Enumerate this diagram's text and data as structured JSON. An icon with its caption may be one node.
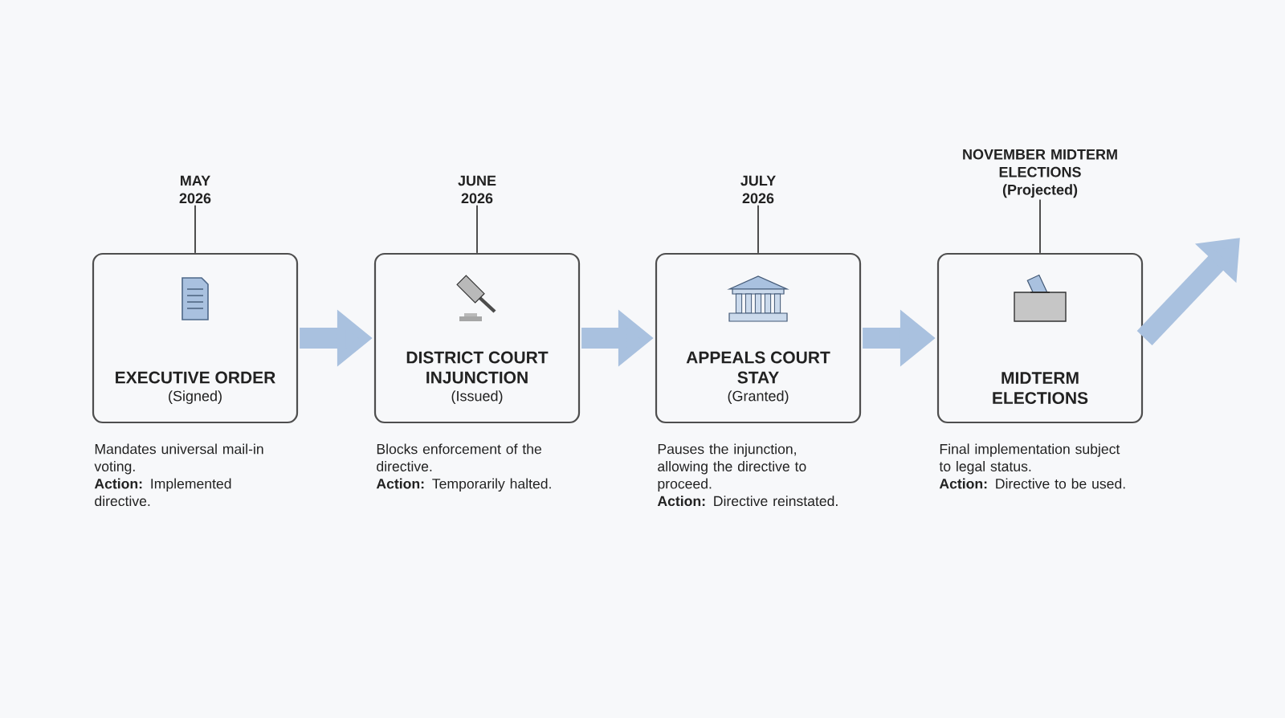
{
  "diagram": {
    "nodes": [
      {
        "text": [
          "MAY",
          "2026"
        ]
      },
      {
        "text": [
          "EXECUTIVE ORDER",
          "(Signed)"
        ],
        "beside": [
          "Mandates universal mail-in voting.",
          "**Action:** Implemented directive."
        ]
      },
      {
        "text": [
          "JUNE",
          "2026"
        ]
      },
      {
        "text": [
          "DISTRICT COURT INJUNCTION",
          "(Issued)"
        ],
        "beside": [
          "Blocks enforcement of the directive.",
          "**Action:** Temporarily halted."
        ]
      },
      {
        "text": [
          "JULY",
          "2026"
        ]
      },
      {
        "text": [
          "APPEALS COURT STAY",
          "(Granted)"
        ],
        "beside": [
          "Pauses the injunction, allowing the directive to proceed.",
          "**Action:** Directive reinstated."
        ]
      },
      {
        "text": [
          "NOVEMBER MIDTERM ELECTIONS",
          "(Projected)"
        ]
      },
      {
        "text": [
          "MIDTERM ELECTIONS"
        ],
        "beside": [
          "Final implementation subject to legal status.",
          "**Action:** Directive to be used."
        ]
      }
    ],
    "edges": [
      {
        "from": 0,
        "to": 1,
        "arrow": "none"
      },
      {
        "from": 1,
        "to": 3,
        "arrow": "to",
        "style": "thick",
        "color": "#a9c1df"
      },
      {
        "from": 2,
        "to": 3,
        "arrow": "none"
      },
      {
        "from": 3,
        "to": 5,
        "arrow": "to",
        "style": "thick",
        "color": "#a9c1df"
      },
      {
        "from": 4,
        "to": 5,
        "arrow": "none"
      },
      {
        "from": 5,
        "to": 7,
        "arrow": "to",
        "style": "thick",
        "color": "#a9c1df"
      },
      {
        "from": 6,
        "to": 7,
        "arrow": "none"
      },
      {
        "from": 7,
        "to": null,
        "arrow": "to",
        "style": "thick",
        "color": "#a9c1df"
      }
    ]
  }
}
